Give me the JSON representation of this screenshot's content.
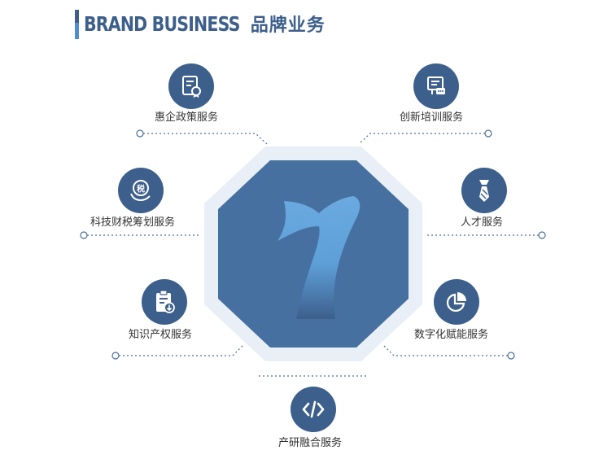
{
  "header": {
    "title_en": "BRAND BUSINESS",
    "title_zh": "品牌业务"
  },
  "center": {
    "numeral": "7"
  },
  "services": [
    {
      "label": "惠企政策服务",
      "icon": "certificate-document-icon"
    },
    {
      "label": "创新培训服务",
      "icon": "presentation-board-icon"
    },
    {
      "label": "科技财税筹划服务",
      "icon": "tax-coin-hand-icon"
    },
    {
      "label": "人才服务",
      "icon": "necktie-icon"
    },
    {
      "label": "知识产权服务",
      "icon": "clipboard-download-icon"
    },
    {
      "label": "数字化赋能服务",
      "icon": "pie-chart-icon"
    },
    {
      "label": "产研融合服务",
      "icon": "code-brackets-icon"
    }
  ],
  "colors": {
    "primary": "#3d5f8c",
    "accent": "#4f8fd0",
    "octagon_border": "#e6edf5",
    "numeral": "#5e9fd8"
  }
}
